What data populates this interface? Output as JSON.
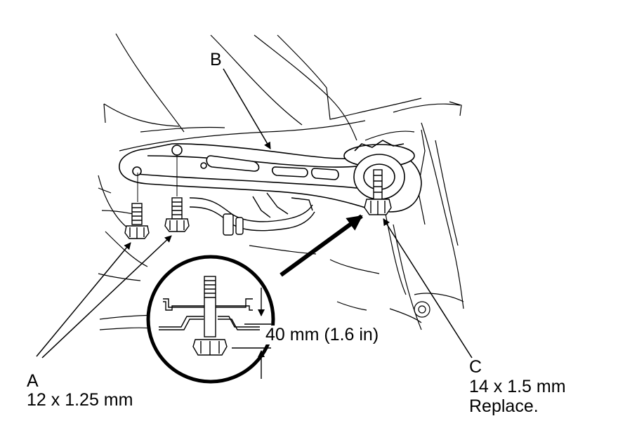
{
  "callouts": {
    "a": {
      "letter": "A",
      "spec": "12 x 1.25 mm"
    },
    "b": {
      "letter": "B"
    },
    "c": {
      "letter": "C",
      "spec": "14 x 1.5 mm",
      "note": "Replace."
    }
  },
  "detail": {
    "dimension": "40 mm (1.6 in)"
  },
  "colors": {
    "ink": "#000000",
    "paper": "#ffffff"
  }
}
